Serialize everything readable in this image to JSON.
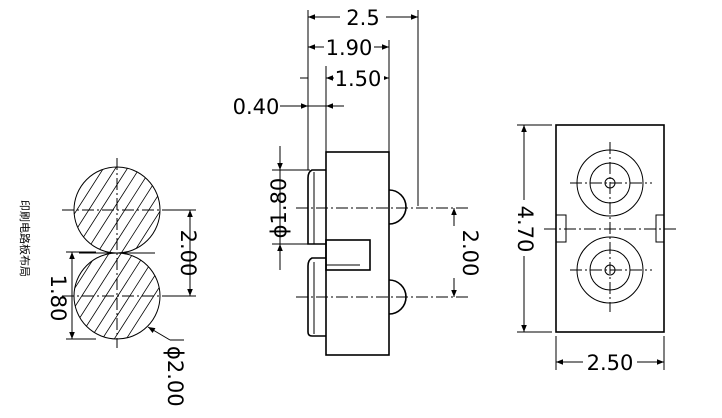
{
  "caption": "印刷电路板布局",
  "footprint": {
    "pitch_label": "2.00",
    "spacing_label": "1.80",
    "hole_diameter_label": "ϕ2.00"
  },
  "side_view": {
    "overall_label": "2.5",
    "dome_offset_label": "1.90",
    "body_offset_label": "1.50",
    "lead_thickness_label": "0.40",
    "lead_diameter_label": "ϕ1.80",
    "pitch_label": "2.00"
  },
  "front_view": {
    "height_label": "4.70",
    "width_label": "2.50"
  }
}
